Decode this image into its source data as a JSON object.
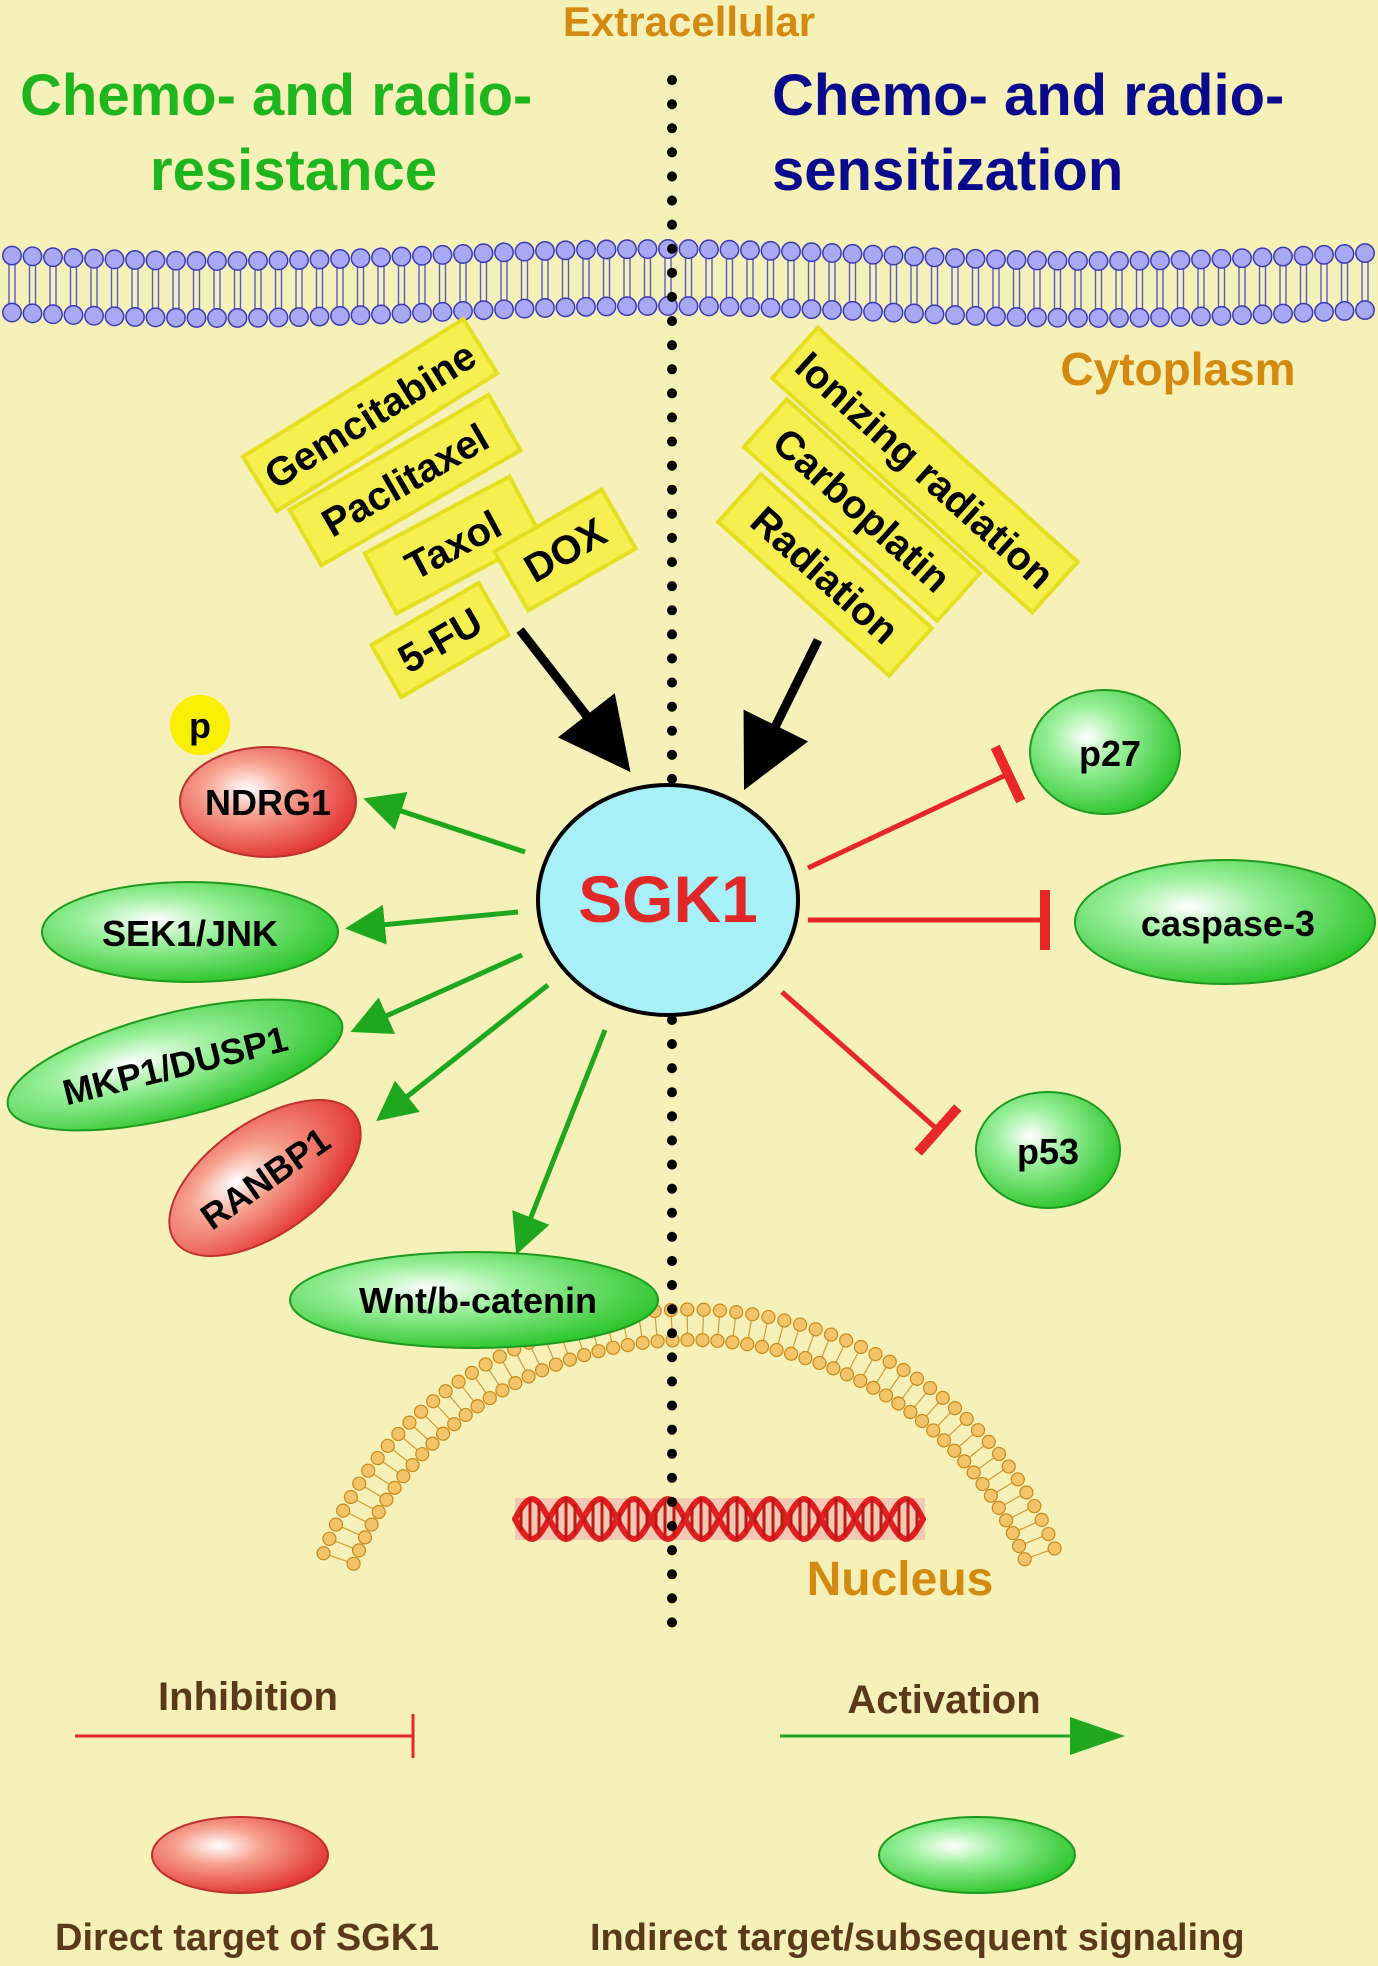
{
  "regions": {
    "extracellular": "Extracellular",
    "cytoplasm": "Cytoplasm",
    "nucleus": "Nucleus"
  },
  "headings": {
    "left_line1": "Chemo- and radio-",
    "left_line2": "resistance",
    "right_line1": "Chemo- and radio-",
    "right_line2": "sensitization"
  },
  "center": "SGK1",
  "left_agents": [
    "Gemcitabine",
    "Paclitaxel",
    "Taxol",
    "DOX",
    "5-FU"
  ],
  "right_agents": [
    "Ionizing radiation",
    "Carboplatin",
    "Radiation"
  ],
  "phospho_label": "p",
  "activated_targets": [
    "NDRG1",
    "SEK1/JNK",
    "MKP1/DUSP1",
    "RANBP1",
    "Wnt/b-catenin"
  ],
  "inhibited_targets": [
    "p27",
    "caspase-3",
    "p53"
  ],
  "legend": {
    "inhibition": "Inhibition",
    "activation": "Activation",
    "direct": "Direct target of SGK1",
    "indirect": "Indirect target/subsequent signaling"
  },
  "colors": {
    "background": "#f6f1b8",
    "resistance_heading": "#1fb51f",
    "sensitization_heading": "#0a0a8c",
    "region_label": "#d48a10",
    "sgk1_text": "#e02828",
    "sgk1_fill": "#a8f0f8",
    "activation": "#1fa81f",
    "inhibition": "#e82828",
    "agent_box": "#f5f050",
    "direct_target": "#e83a3a",
    "indirect_target": "#2ec82e"
  }
}
